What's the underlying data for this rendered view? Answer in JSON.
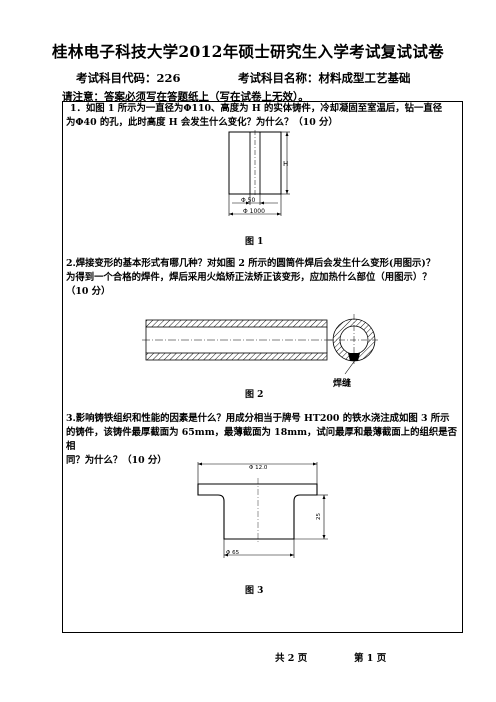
{
  "header": {
    "title": "桂林电子科技大学2012年硕士研究生入学考试复试试卷",
    "subject_code": "考试科目代码：226",
    "subject_name": "考试科目名称：材料成型工艺基础"
  },
  "notice": "请注意：答案必须写在答题纸上（写在试卷上无效）。",
  "questions": [
    {
      "lines": [
        "1．如图 1 所示为一直径为Φ110、高度为 H 的实体铸件，冷却凝固至室温后，钻一直径",
        "为Φ40 的孔，此时高度 H 会发生什么变化？为什么？（10 分）"
      ],
      "figure": {
        "caption": "图 1",
        "dim_height": "H",
        "dim_inner": "Φ 50",
        "dim_outer": "Φ 1000"
      }
    },
    {
      "lines": [
        "2.焊接变形的基本形式有哪几种？对如图 2 所示的圆筒件焊后会发生什么变形(用图示)？",
        "为得到一个合格的焊件，焊后采用火焰矫正法矫正该变形，应加热什么部位（用图示）？",
        "（10 分）"
      ],
      "figure": {
        "caption": "图 2",
        "weld_label": "焊缝"
      }
    },
    {
      "lines": [
        "3.影响铸铁组织和性能的因素是什么？用成分相当于牌号 HT200 的铁水浇注成如图 3 所示",
        "的铸件，该铸件最厚截面为 65mm，最薄截面为 18mm，试问最厚和最薄截面上的组织是否相",
        "同？为什么？（10 分）"
      ],
      "figure": {
        "caption": "图 3",
        "dim_top": "Φ 12.0",
        "dim_bottom": "Φ 65",
        "dim_right": "25"
      }
    }
  ],
  "footer": {
    "total": "共 2 页",
    "page": "第 1 页"
  }
}
